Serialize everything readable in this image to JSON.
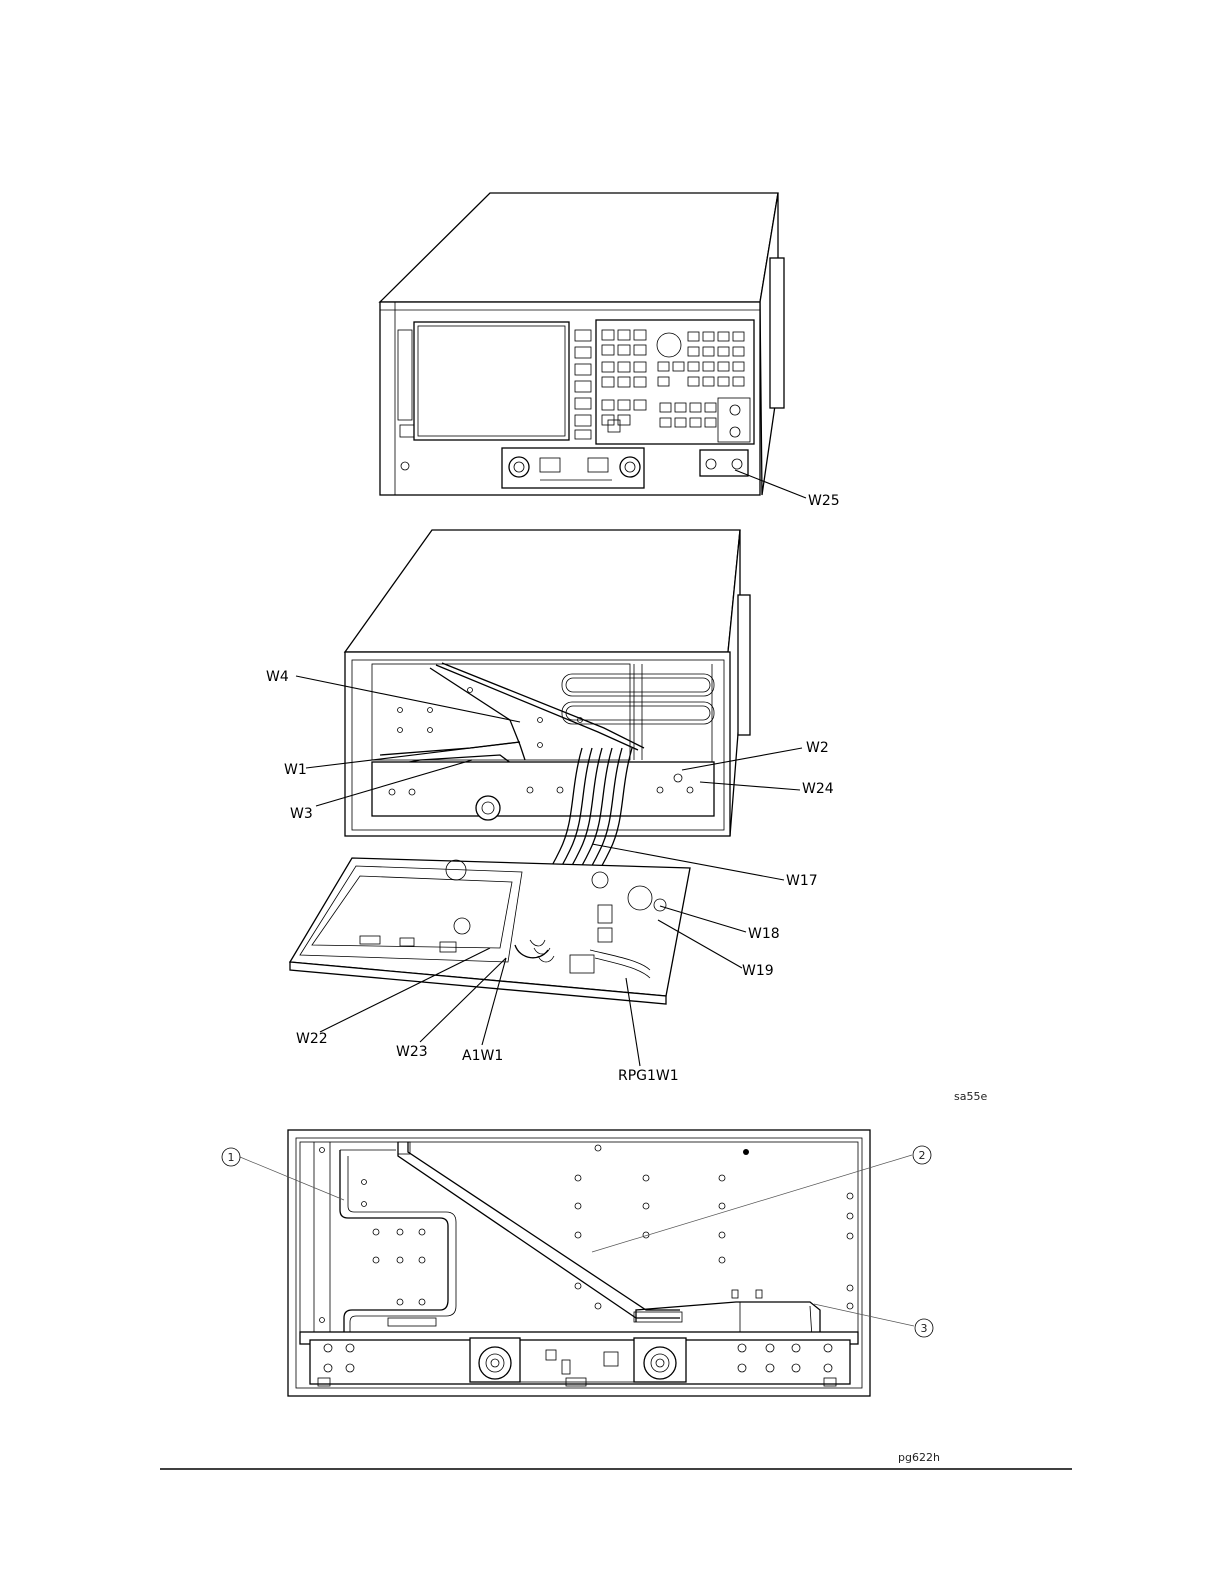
{
  "figure_top": {
    "labels": {
      "w25": "W25"
    }
  },
  "figure_middle": {
    "labels": {
      "w4": "W4",
      "w1": "W1",
      "w3": "W3",
      "w2": "W2",
      "w24": "W24",
      "w17": "W17",
      "w18": "W18",
      "w19": "W19",
      "w22": "W22",
      "w23": "W23",
      "a1w1": "A1W1",
      "rpg1w1": "RPG1W1"
    },
    "code": "sa55e"
  },
  "figure_bottom": {
    "callouts": {
      "c1": "1",
      "c2": "2",
      "c3": "3"
    }
  },
  "footer": {
    "code": "pg622h"
  }
}
